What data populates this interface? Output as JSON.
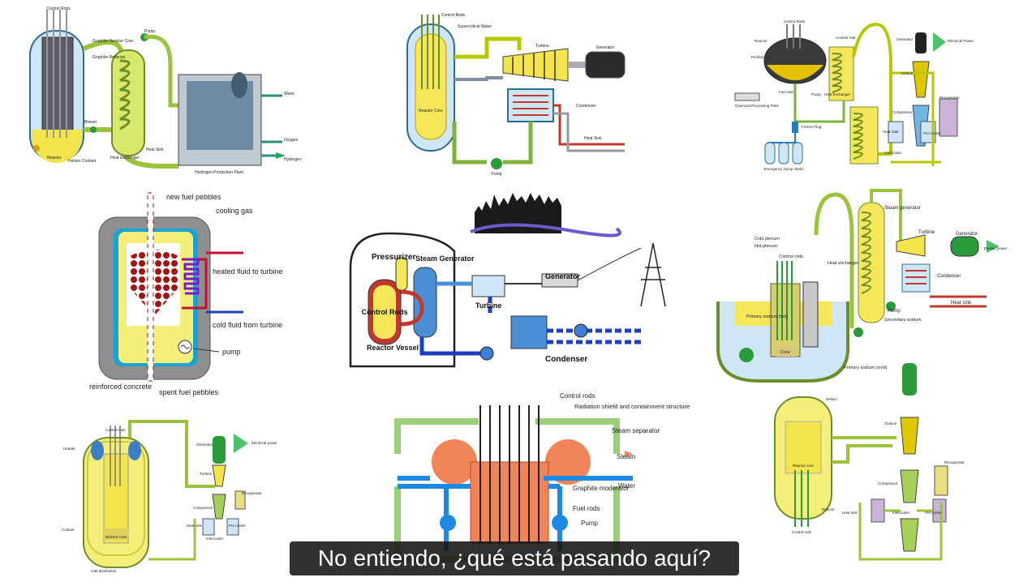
{
  "subtitle": "No entiendo, ¿qué está pasando aquí?",
  "colors": {
    "coolant_green": "#b7d94a",
    "pipe_green": "#7fb23a",
    "pipe_blue": "#1e3fc4",
    "hot_red": "#c0392b",
    "core_yellow": "#f5e65a",
    "water_blue": "#cfe6f7",
    "concrete": "#8f8f8f",
    "background": "#ffffff"
  },
  "d1": {
    "control_rods": "Control Rods",
    "graphite_core": "Graphite Reactor Core",
    "graphite_reflector": "Graphite Reflector",
    "pump": "Pump",
    "blower": "Blower",
    "reactor": "Reactor",
    "helium": "Helium Coolant",
    "heat_exchanger": "Heat Exchanger",
    "water": "Water",
    "oxygen": "Oxygen",
    "hydrogen": "Hydrogen",
    "heat_sink": "Heat Sink",
    "plant": "Hydrogen Production Plant"
  },
  "d2": {
    "control_rods": "Control Rods",
    "scw": "Supercritical Water",
    "turbine": "Turbine",
    "generator": "Generator",
    "core": "Reactor Core",
    "condenser": "Condenser",
    "heat_sink": "Heat Sink",
    "pump": "Pump"
  },
  "d3": {
    "control_rods": "Control Rods",
    "coolant_salt": "Coolant Salt",
    "reactor": "Reactor",
    "purified_salt": "Purified Salt",
    "fuel_salt": "Fuel Salt",
    "heat_exchanger": "Heat Exchanger",
    "chem": "Chemical Processing Plant",
    "pump": "Pump",
    "freeze_plug": "Freeze Plug",
    "tanks": "Emergency Dump Tanks",
    "generator": "Generator",
    "power": "Electrical Power",
    "turbine": "Turbine",
    "recuperator": "Recuperator",
    "compressor": "Compressor",
    "heat_sink": "Heat Sink",
    "precooler": "Pre Cooler",
    "intercooler": "Intercooler"
  },
  "d4": {
    "new_fuel": "new fuel pebbles",
    "cooling_gas": "cooling gas",
    "heated_fluid": "heated fluid to turbine",
    "cold_fluid": "cold fluid from turbine",
    "pump": "pump",
    "concrete": "reinforced concrete",
    "spent_fuel": "spent fuel pebbles"
  },
  "d5": {
    "pressurizer": "Pressurizer",
    "steam_generator": "Steam Generator",
    "control_rods": "Control Rods",
    "reactor_vessel": "Reactor Vessel",
    "turbine": "Turbine",
    "generator": "Generator",
    "condenser": "Condenser"
  },
  "d6": {
    "steam_generator": "Steam generator",
    "turbine": "Turbine",
    "generator": "Generator",
    "power": "Electric power",
    "cold_plenum": "Cold plenum",
    "hot_plenum": "Hot plenum",
    "control_rods": "Control rods",
    "heat_exchanger": "Heat exchanger",
    "condenser": "Condenser",
    "heat_sink": "Heat sink",
    "pump": "Pump",
    "primary_hot": "Primary sodium (hot)",
    "secondary": "Secondary sodium",
    "core": "Core",
    "primary_cold": "Primary sodium (cold)"
  },
  "d7": {
    "control_rods": "Control rods",
    "header": "Header",
    "generator": "Generator",
    "power": "Electrical power",
    "turbine": "Turbine",
    "recuperator": "Recuperator",
    "compressor": "Compressor",
    "heat_sink": "Heat sink",
    "precooler": "Pre cooler",
    "intercooler": "Intercooler",
    "core": "Reactor Core",
    "coolant": "Coolant",
    "distribution": "Inlet distribution"
  },
  "d8": {
    "control_rods": "Control rods",
    "shield": "Radiation shield and containment structure",
    "separator": "Steam separator",
    "steam": "Steam",
    "water": "Water",
    "moderator": "Graphite moderator",
    "fuel_rods": "Fuel rods",
    "pump": "Pump"
  },
  "d9": {
    "helium": "Helium",
    "turbine": "Turbine",
    "core": "Reactor core",
    "reactor": "Reactor",
    "control_rods": "Control rods",
    "recuperator": "Recuperator",
    "compressor": "Compressor",
    "heat_sink": "Heat sink",
    "intercooler": "Intercooler",
    "precooler": "Pre cooler"
  }
}
